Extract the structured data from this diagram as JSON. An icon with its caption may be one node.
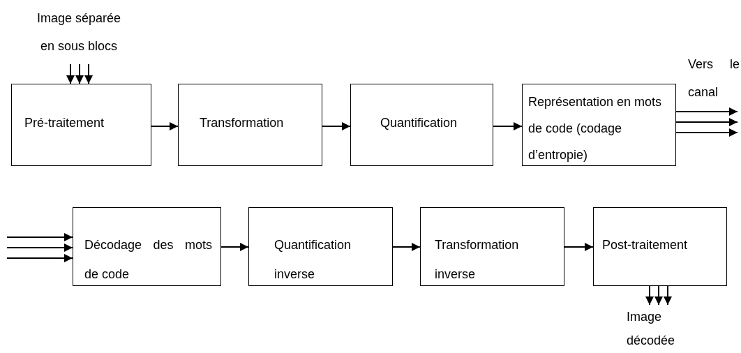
{
  "diagram": {
    "nodes": [
      {
        "text": [
          "Image séparée en sous blocs"
        ]
      },
      {
        "text": [
          "Pré-traitement"
        ]
      },
      {
        "text": [
          "Transformation"
        ]
      },
      {
        "text": [
          "Quantification"
        ]
      },
      {
        "text": [
          "Représentation en mots de code (codage d’entropie)"
        ]
      },
      {
        "text": [
          "Décodage des mots de code"
        ]
      },
      {
        "text": [
          "Quantification inverse"
        ]
      },
      {
        "text": [
          "Transformation inverse"
        ]
      },
      {
        "text": [
          "Post-traitement"
        ]
      },
      {
        "text": [
          "Image décodée"
        ]
      }
    ],
    "edges": [
      {
        "from": 0,
        "to": 1,
        "arrow": "to"
      },
      {
        "from": 0,
        "to": 1,
        "arrow": "to"
      },
      {
        "from": 0,
        "to": 1,
        "arrow": "to"
      },
      {
        "from": 1,
        "to": 2,
        "arrow": "to"
      },
      {
        "from": 2,
        "to": 3,
        "arrow": "to"
      },
      {
        "from": 3,
        "to": 4,
        "arrow": "to"
      },
      {
        "from": 4,
        "to": null,
        "arrow": "to"
      },
      {
        "from": 4,
        "to": null,
        "arrow": "to"
      },
      {
        "from": 4,
        "to": null,
        "arrow": "to"
      },
      {
        "from": null,
        "to": 5,
        "arrow": "to"
      },
      {
        "from": null,
        "to": 5,
        "arrow": "to"
      },
      {
        "from": null,
        "to": 5,
        "arrow": "to"
      },
      {
        "from": 5,
        "to": 6,
        "arrow": "to"
      },
      {
        "from": 6,
        "to": 7,
        "arrow": "to"
      },
      {
        "from": 7,
        "to": 8,
        "arrow": "to"
      },
      {
        "from": 8,
        "to": 9,
        "arrow": "to"
      },
      {
        "from": 8,
        "to": 9,
        "arrow": "to"
      },
      {
        "from": 8,
        "to": 9,
        "arrow": "to"
      }
    ],
    "labels": [
      "Vers le canal"
    ]
  }
}
